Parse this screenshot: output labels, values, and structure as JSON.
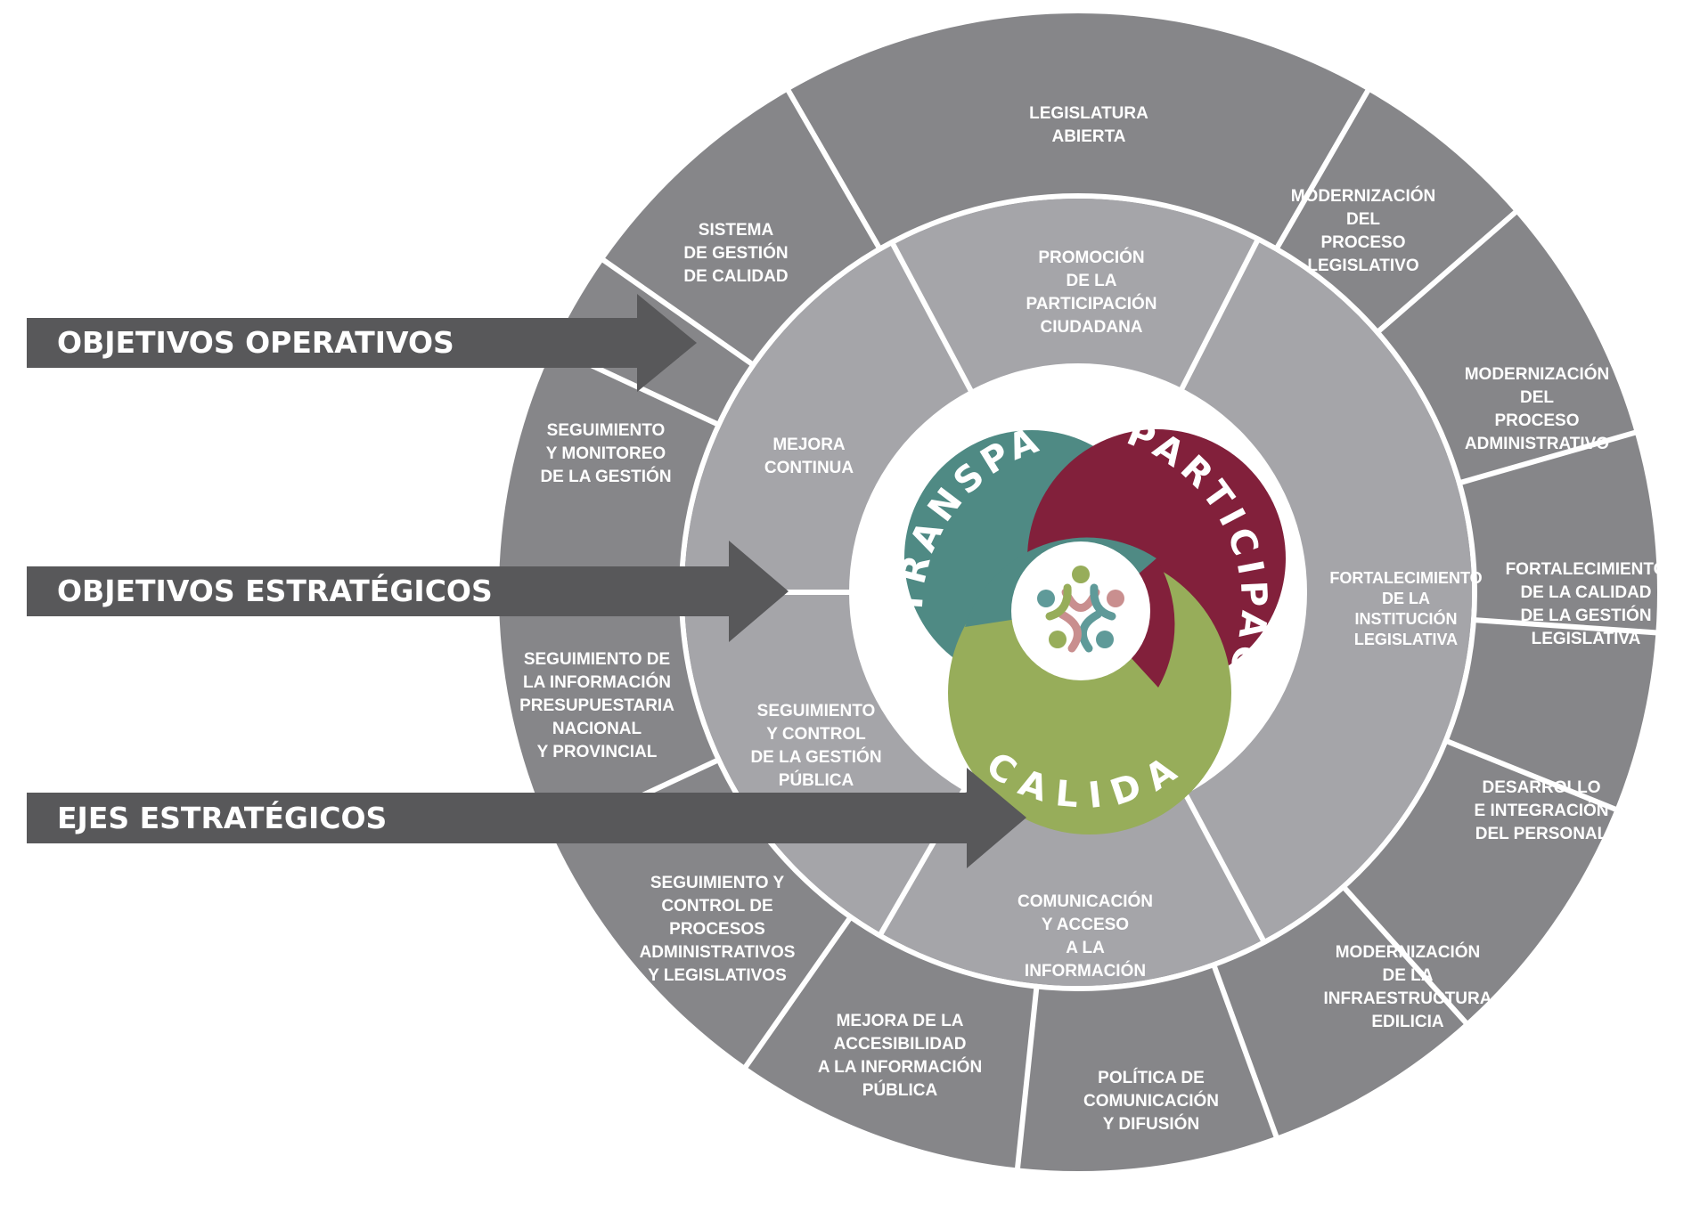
{
  "colors": {
    "outer_ring": "#868689",
    "middle_ring": "#a5a5a9",
    "separator": "#ffffff",
    "arrow": "#58585a",
    "transparencia": "#4f8a84",
    "participacion": "#82203b",
    "calidad": "#97ad5a"
  },
  "arrows": [
    {
      "label": "OBJETIVOS OPERATIVOS"
    },
    {
      "label": "OBJETIVOS ESTRATÉGICOS"
    },
    {
      "label": "EJES ESTRATÉGICOS"
    }
  ],
  "outer_ring": [
    {
      "lines": [
        "LEGISLATURA",
        "ABIERTA"
      ]
    },
    {
      "lines": [
        "MODERNIZACIÓN",
        "DEL",
        "PROCESO",
        "LEGISLATIVO"
      ]
    },
    {
      "lines": [
        "MODERNIZACIÓN",
        "DEL",
        "PROCESO",
        "ADMINISTRATIVO"
      ]
    },
    {
      "lines": [
        "FORTALECIMIENTO",
        "DE LA CALIDAD",
        "DE LA GESTIÓN",
        "LEGISLATIVA"
      ]
    },
    {
      "lines": [
        "DESARROLLO",
        "E INTEGRACIÓN",
        "DEL PERSONAL"
      ]
    },
    {
      "lines": [
        "MODERNIZACIÓN",
        "DE LA",
        "INFRAESTRUCTURA",
        "EDILICIA"
      ]
    },
    {
      "lines": [
        "POLÍTICA DE",
        "COMUNICACIÓN",
        "Y DIFUSIÓN"
      ]
    },
    {
      "lines": [
        "MEJORA DE LA",
        "ACCESIBILIDAD",
        "A LA INFORMACIÓN",
        "PÚBLICA"
      ]
    },
    {
      "lines": [
        "SEGUIMIENTO Y",
        "CONTROL DE",
        "PROCESOS",
        "ADMINISTRATIVOS",
        "Y LEGISLATIVOS"
      ]
    },
    {
      "lines": [
        "SEGUIMIENTO DE",
        "LA INFORMACIÓN",
        "PRESUPUESTARIA",
        "NACIONAL",
        "Y PROVINCIAL"
      ]
    },
    {
      "lines": [
        "SEGUIMIENTO",
        "Y MONITOREO",
        "DE LA GESTIÓN"
      ]
    },
    {
      "lines": [
        "SISTEMA",
        "DE GESTIÓN",
        "DE CALIDAD"
      ]
    }
  ],
  "middle_ring": [
    {
      "lines": [
        "PROMOCIÓN",
        "DE LA",
        "PARTICIPACIÓN",
        "CIUDADANA"
      ]
    },
    {
      "lines": [
        "FORTALECIMIENTO",
        "DE LA",
        "INSTITUCIÓN",
        "LEGISLATIVA"
      ]
    },
    {
      "lines": [
        "COMUNICACIÓN",
        "Y ACCESO",
        "A LA",
        "INFORMACIÓN"
      ]
    },
    {
      "lines": [
        "SEGUIMIENTO",
        "Y CONTROL",
        "DE LA GESTIÓN",
        "PÚBLICA"
      ]
    },
    {
      "lines": [
        "MEJORA",
        "CONTINUA"
      ]
    }
  ],
  "axes": {
    "transparencia": "TRANSPARENCIA",
    "participacion": "PARTICIPACIÓN",
    "calidad": "CALIDAD"
  }
}
